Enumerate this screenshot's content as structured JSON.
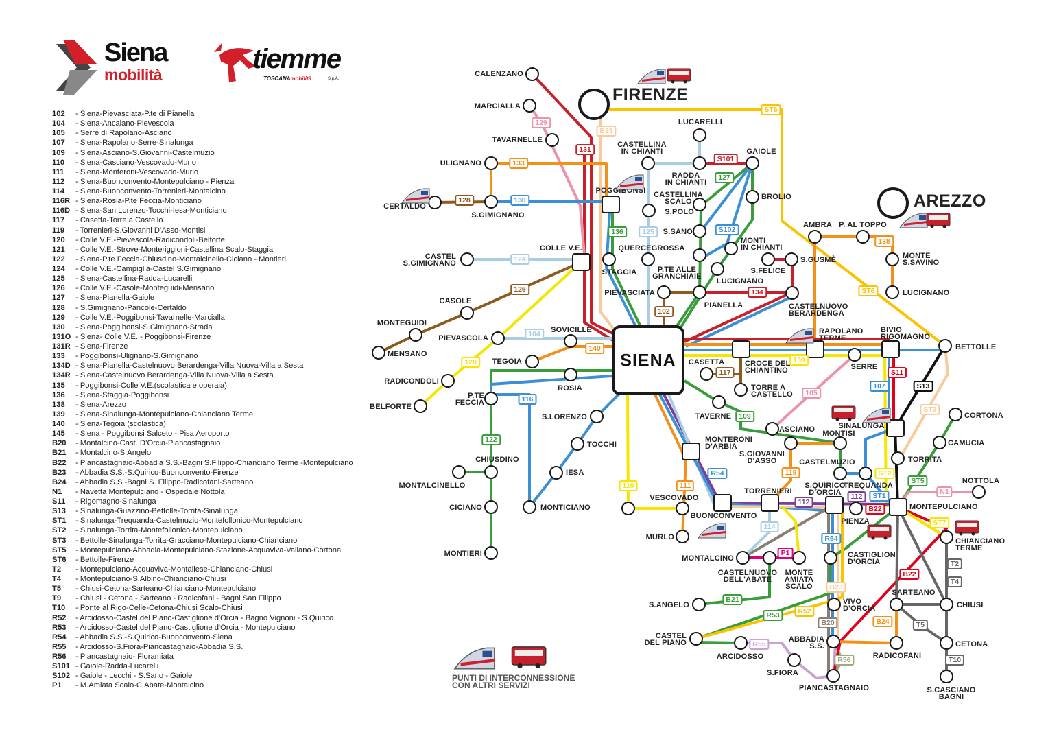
{
  "logos": {
    "siena_line1": "Siena",
    "siena_line2": "mobilità",
    "tiemme_name": "tiemme",
    "tiemme_sub1": "TOSCANA",
    "tiemme_sub2": "mobilità",
    "tiemme_sub3": "S.p.A."
  },
  "legend": [
    {
      "code": "102",
      "desc": "- Siena-Pievasciata-P.te di Pianella"
    },
    {
      "code": "104",
      "desc": "- Siena-Ancaiano-Pievescola"
    },
    {
      "code": "105",
      "desc": "- Serre di Rapolano-Asciano"
    },
    {
      "code": "107",
      "desc": "- Siena-Rapolano-Serre-Sinalunga"
    },
    {
      "code": "109",
      "desc": "- Siena-Asciano-S.Giovanni-Castelmuzio"
    },
    {
      "code": "110",
      "desc": "- Siena-Casciano-Vescovado-Murlo"
    },
    {
      "code": "111",
      "desc": "- Siena-Monteroni-Vescovado-Murlo"
    },
    {
      "code": "112",
      "desc": "- Siena-Buonconvento-Montepulciano - Pienza"
    },
    {
      "code": "114",
      "desc": "- Siena-Buonconvento-Torrenieri-Montalcino"
    },
    {
      "code": "116R",
      "desc": "- Siena-Rosia-P.te Feccia-Monticiano"
    },
    {
      "code": "116D",
      "desc": "- Siena-San Lorenzo-Tocchi-Iesa-Monticiano"
    },
    {
      "code": "117",
      "desc": "- Casetta-Torre a Castello"
    },
    {
      "code": "119",
      "desc": "- Torrenieri-S.Giovanni D’Asso-Montisi"
    },
    {
      "code": "120",
      "desc": "- Colle V.E.-Pievescola-Radicondoli-Belforte"
    },
    {
      "code": "121",
      "desc": "- Colle V.E.-Strove-Monteriggioni-Castellina Scalo-Staggia"
    },
    {
      "code": "122",
      "desc": "- Siena-P.te Feccia-Chiusdino-Montalcinello-Ciciano - Montieri"
    },
    {
      "code": "124",
      "desc": "- Colle V.E.-Campiglia-Castel S.Gimignano"
    },
    {
      "code": "125",
      "desc": "- Siena-Castellina-Radda-Lucarelli"
    },
    {
      "code": "126",
      "desc": "- Colle V.E.-Casole-Monteguidi-Mensano"
    },
    {
      "code": "127",
      "desc": "- Siena-Pianella-Gaiole"
    },
    {
      "code": "128",
      "desc": "- S.Gimignano-Pancole-Certaldo"
    },
    {
      "code": "129",
      "desc": "- Colle V.E.-Poggibonsi-Tavarnelle-Marcialla"
    },
    {
      "code": "130",
      "desc": "- Siena-Poggibonsi-S.Gimignano-Strada"
    },
    {
      "code": "131O",
      "desc": "- Siena- Colle V.E. - Poggibonsi-Firenze"
    },
    {
      "code": "131R",
      "desc": "- Siena-Firenze"
    },
    {
      "code": "133",
      "desc": "- Poggibonsi-Ulignano-S.Gimignano"
    },
    {
      "code": "134D",
      "desc": "- Siena-Pianella-Castelnuovo Berardenga-Villa Nuova-Villa a Sesta"
    },
    {
      "code": "134R",
      "desc": "- Siena-Castelnuovo Berardenga-Villa Nuova-Villa a Sesta"
    },
    {
      "code": "135",
      "desc": "- Poggibonsi-Colle V.E.(scolastica e operaia)"
    },
    {
      "code": "136",
      "desc": "- Siena-Staggia-Poggibonsi"
    },
    {
      "code": "138",
      "desc": "- Siena-Arezzo"
    },
    {
      "code": "139",
      "desc": "- Siena-Sinalunga-Montepulciano-Chianciano Terme"
    },
    {
      "code": "140",
      "desc": "- Siena-Tegoia (scolastica)"
    },
    {
      "code": "145",
      "desc": "- Siena - Poggibonsi Salceto - Pisa Aeroporto"
    },
    {
      "code": "B20",
      "desc": "- Montalcino-Cast. D’Orcia-Piancastagnaio"
    },
    {
      "code": "B21",
      "desc": "- Montalcino-S.Angelo"
    },
    {
      "code": "B22",
      "desc": "- Piancastagnaio-Abbadia S.S.-Bagni S.Filippo-Chianciano Terme -Montepulciano"
    },
    {
      "code": "B23",
      "desc": "- Abbadia S.S.-S.Quirico-Buonconvento-Firenze"
    },
    {
      "code": "B24",
      "desc": "- Abbadia S.S.-Bagni S. Filippo-Radicofani-Sarteano"
    },
    {
      "code": "N1",
      "desc": "- Navetta Montepulciano - Ospedale Nottola"
    },
    {
      "code": "S11",
      "desc": "- Rigomagno-Sinalunga"
    },
    {
      "code": "S13",
      "desc": "- Sinalunga-Guazzino-Bettolle-Torrita-Sinalunga"
    },
    {
      "code": "ST1",
      "desc": "- Sinalunga-Trequanda-Castelmuzio-Montefollonico-Montepulciano"
    },
    {
      "code": "ST2",
      "desc": "- Sinalunga-Torrita-Montefollonico-Montepulciano"
    },
    {
      "code": "ST3",
      "desc": "- Bettolle-Sinalunga-Torrita-Gracciano-Montepulciano-Chianciano"
    },
    {
      "code": "ST5",
      "desc": "- Montepulciano-Abbadia-Montepulciano-Stazione-Acquaviva-Valiano-Cortona"
    },
    {
      "code": "ST6",
      "desc": "- Bettolle-Firenze"
    },
    {
      "code": "T2",
      "desc": "- Montepulciano-Acquaviva-Montallese-Chianciano-Chiusi"
    },
    {
      "code": "T4",
      "desc": "- Montepulciano-S.Albino-Chianciano-Chiusi"
    },
    {
      "code": "T5",
      "desc": "- Chiusi-Cetona-Sarteano-Chianciano-Montepulciano"
    },
    {
      "code": "T9",
      "desc": "- Chiusi - Cetona - Sarteano - Radicofani - Bagni San Filippo"
    },
    {
      "code": "T10",
      "desc": "- Ponte al Rigo-Celle-Cetona-Chiusi Scalo-Chiusi"
    },
    {
      "code": "R52",
      "desc": "- Arcidosso-Castel del Piano-Castiglione d'Orcia - Bagno Vignoni - S.Quirico"
    },
    {
      "code": "R53",
      "desc": "- Arcidosso-Castel del Piano-Castiglione d'Orcia - Montepulciano"
    },
    {
      "code": "R54",
      "desc": "- Abbadia S.S.-S.Quirico-Buonconvento-Siena"
    },
    {
      "code": "R55",
      "desc": "- Arcidosso-S.Fiora-Piancastagnaio-Abbadia S.S."
    },
    {
      "code": "R56",
      "desc": "- Piancastagnaio- Floramiata"
    },
    {
      "code": "S101",
      "desc": "- Gaiole-Radda-Lucarelli"
    },
    {
      "code": "S102",
      "desc": "- Gaiole - Lecchi - S.Sano - Gaiole"
    },
    {
      "code": "P1",
      "desc": "- M.Amiata Scalo-C.Abate-Montalcino"
    }
  ],
  "colors": {
    "red": "#c8202a",
    "pink": "#ec93a8",
    "peach": "#f9cb9c",
    "orange": "#f39019",
    "brown": "#8c5a1e",
    "blue": "#3b8fd6",
    "green": "#3a9d3c",
    "lightblue": "#a9cde3",
    "yellow": "#f5e500",
    "gold": "#fbc200",
    "purple": "#7a3e96",
    "black": "#111111",
    "gray": "#666666",
    "taupe": "#8a7d73",
    "magenta": "#e2007a",
    "lilac": "#c9a2d4",
    "sage": "#9aab80",
    "brightred": "#e3001b"
  },
  "map": {
    "hub": "SIENA",
    "stations": [
      {
        "name": "CALENZANO"
      },
      {
        "name": "MARCIALLA"
      },
      {
        "name": "TAVARNELLE"
      },
      {
        "name": "ULIGNANO"
      },
      {
        "name": "CERTALDO"
      },
      {
        "name": "S.GIMIGNANO"
      },
      {
        "name": "POGGIBONSI"
      },
      {
        "name": "FIRENZE"
      },
      {
        "name": "LUCARELLI"
      },
      {
        "name": "CASTELLINA\nIN CHIANTI"
      },
      {
        "name": "RADDA\nIN CHIANTI"
      },
      {
        "name": "GAIOLE"
      },
      {
        "name": "CASTELLINA\nSCALO"
      },
      {
        "name": "S.POLO"
      },
      {
        "name": "BROLIO"
      },
      {
        "name": "S.SANO"
      },
      {
        "name": "QUERCEGROSSA"
      },
      {
        "name": "STAGGIA"
      },
      {
        "name": "P.TE ALLE\nGRANCHIAIE"
      },
      {
        "name": "MONTI\nIN CHIANTI"
      },
      {
        "name": "LUCIGNANO"
      },
      {
        "name": "S.FELICE"
      },
      {
        "name": "S.GUSMÈ"
      },
      {
        "name": "PIEVASCIATA"
      },
      {
        "name": "PIANELLA"
      },
      {
        "name": "CASTELNUOVO\nBERARDENGA"
      },
      {
        "name": "COLLE V.E."
      },
      {
        "name": "CASTEL\nS.GIMIGNANO"
      },
      {
        "name": "CASOLE"
      },
      {
        "name": "MONTEGUIDI"
      },
      {
        "name": "MENSANO"
      },
      {
        "name": "PIEVASCOLA"
      },
      {
        "name": "SOVICILLE"
      },
      {
        "name": "TEGOIA"
      },
      {
        "name": "RADICONDOLI"
      },
      {
        "name": "BELFORTE"
      },
      {
        "name": "ROSIA"
      },
      {
        "name": "P.TE\nFECCIA"
      },
      {
        "name": "S.LORENZO"
      },
      {
        "name": "TOCCHI"
      },
      {
        "name": "IESA"
      },
      {
        "name": "MONTICIANO"
      },
      {
        "name": "CHIUSDINO"
      },
      {
        "name": "MONTALCINELLO"
      },
      {
        "name": "CICIANO"
      },
      {
        "name": "MONTIERI"
      },
      {
        "name": "CASETTA"
      },
      {
        "name": "CROCE DEL\nCHIANTINO"
      },
      {
        "name": "TORRE A\nCASTELLO"
      },
      {
        "name": "RAPOLANO\nTERME"
      },
      {
        "name": "SERRE"
      },
      {
        "name": "BIVIO\nRIGOMAGNO"
      },
      {
        "name": "BETTOLLE"
      },
      {
        "name": "AMBRA"
      },
      {
        "name": "P. AL TOPPO"
      },
      {
        "name": "AREZZO"
      },
      {
        "name": "MONTE\nS.SAVINO"
      },
      {
        "name": "LUCIGNANO"
      },
      {
        "name": "TAVERNE"
      },
      {
        "name": "ASCIANO"
      },
      {
        "name": "MONTERONI\nD'ARBIA"
      },
      {
        "name": "S.GIOVANNI\nD'ASSO"
      },
      {
        "name": "MONTISI"
      },
      {
        "name": "SINALUNGA"
      },
      {
        "name": "CASTELMUZIO"
      },
      {
        "name": "TREQUANDA"
      },
      {
        "name": "TORRITA"
      },
      {
        "name": "CORTONA"
      },
      {
        "name": "CAMUCIA"
      },
      {
        "name": "NOTTOLA"
      },
      {
        "name": "MONTEPULCIANO"
      },
      {
        "name": "VESCOVADO"
      },
      {
        "name": "MURLO"
      },
      {
        "name": "BUONCONVENTO"
      },
      {
        "name": "TORRENIERI"
      },
      {
        "name": "S.QUIRICO\nD'ORCIA"
      },
      {
        "name": "PIENZA"
      },
      {
        "name": "MONTALCINO"
      },
      {
        "name": "CASTELNUOVO\nDELL'ABATE"
      },
      {
        "name": "MONTE\nAMIATA\nSCALO"
      },
      {
        "name": "CASTIGLION\nD'ORCIA"
      },
      {
        "name": "VIVO\nD'ORCIA"
      },
      {
        "name": "S.ANGELO"
      },
      {
        "name": "CASTEL\nDEL PIANO"
      },
      {
        "name": "ARCIDOSSO"
      },
      {
        "name": "ABBADIA\nS.S."
      },
      {
        "name": "S.FIORA"
      },
      {
        "name": "PIANCASTAGNAIO"
      },
      {
        "name": "RADICOFANI"
      },
      {
        "name": "SARTEANO"
      },
      {
        "name": "CHIUSI"
      },
      {
        "name": "CHIANCIANO\nTERME"
      },
      {
        "name": "CETONA"
      },
      {
        "name": "S.CASCIANO\nBAGNI"
      }
    ],
    "badges": [
      {
        "label": "129",
        "color": "pink"
      },
      {
        "label": "B23",
        "color": "peach"
      },
      {
        "label": "131",
        "color": "red"
      },
      {
        "label": "133",
        "color": "orange"
      },
      {
        "label": "128",
        "color": "brown"
      },
      {
        "label": "130",
        "color": "blue"
      },
      {
        "label": "136",
        "color": "green"
      },
      {
        "label": "125",
        "color": "lightblue"
      },
      {
        "label": "S101",
        "color": "red"
      },
      {
        "label": "127",
        "color": "green"
      },
      {
        "label": "S102",
        "color": "blue"
      },
      {
        "label": "134",
        "color": "red"
      },
      {
        "label": "102",
        "color": "brown"
      },
      {
        "label": "124",
        "color": "lightblue"
      },
      {
        "label": "126",
        "color": "brown"
      },
      {
        "label": "104",
        "color": "lightblue"
      },
      {
        "label": "140",
        "color": "orange"
      },
      {
        "label": "120",
        "color": "yellow"
      },
      {
        "label": "116",
        "color": "blue"
      },
      {
        "label": "122",
        "color": "green"
      },
      {
        "label": "117",
        "color": "brown"
      },
      {
        "label": "139",
        "color": "yellow"
      },
      {
        "label": "105",
        "color": "pink"
      },
      {
        "label": "107",
        "color": "blue"
      },
      {
        "label": "S11",
        "color": "brightred"
      },
      {
        "label": "S13",
        "color": "black"
      },
      {
        "label": "ST3",
        "color": "peach"
      },
      {
        "label": "ST6",
        "color": "gold"
      },
      {
        "label": "ST6",
        "color": "gold"
      },
      {
        "label": "138",
        "color": "orange"
      },
      {
        "label": "109",
        "color": "green"
      },
      {
        "label": "119",
        "color": "orange"
      },
      {
        "label": "ST2",
        "color": "yellow"
      },
      {
        "label": "ST5",
        "color": "green"
      },
      {
        "label": "N1",
        "color": "pink"
      },
      {
        "label": "ST7",
        "color": "yellow"
      },
      {
        "label": "110",
        "color": "yellow"
      },
      {
        "label": "111",
        "color": "orange"
      },
      {
        "label": "R54",
        "color": "blue"
      },
      {
        "label": "R54",
        "color": "blue"
      },
      {
        "label": "112",
        "color": "purple"
      },
      {
        "label": "112",
        "color": "purple"
      },
      {
        "label": "ST1",
        "color": "blue"
      },
      {
        "label": "B22",
        "color": "brightred"
      },
      {
        "label": "B22",
        "color": "brightred"
      },
      {
        "label": "114",
        "color": "lightblue"
      },
      {
        "label": "P1",
        "color": "magenta"
      },
      {
        "label": "B21",
        "color": "green"
      },
      {
        "label": "R53",
        "color": "green"
      },
      {
        "label": "R52",
        "color": "gold"
      },
      {
        "label": "B20",
        "color": "taupe"
      },
      {
        "label": "R55",
        "color": "lilac"
      },
      {
        "label": "R56",
        "color": "sage"
      },
      {
        "label": "B24",
        "color": "orange"
      },
      {
        "label": "T5",
        "color": "gray"
      },
      {
        "label": "T2",
        "color": "gray"
      },
      {
        "label": "T4",
        "color": "gray"
      },
      {
        "label": "T10",
        "color": "gray"
      },
      {
        "label": "B23",
        "color": "peach"
      }
    ],
    "interconnection_label": "PUNTI DI INTERCONNESSIONE\nCON ALTRI SERVIZI",
    "interconnection_icons": [
      "train-icon",
      "bus-icon"
    ]
  }
}
